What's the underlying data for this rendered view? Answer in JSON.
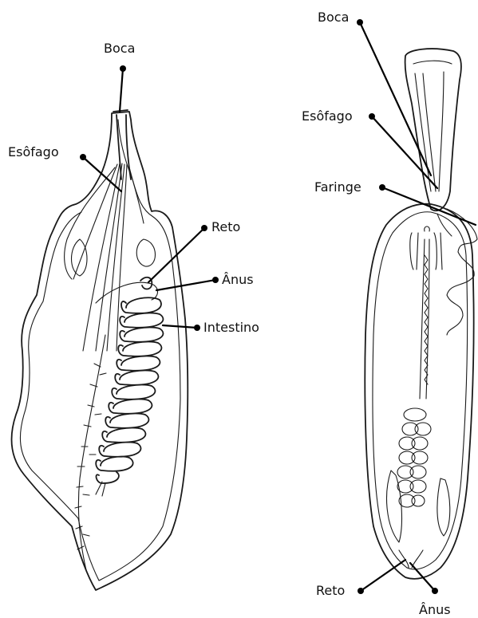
{
  "colors": {
    "ink": "#1a1a1a",
    "background": "#ffffff"
  },
  "left_specimen": {
    "labels": {
      "boca": "Boca",
      "esofago": "Esôfago",
      "reto": "Reto",
      "anus": "Ânus",
      "intestino": "Intestino"
    }
  },
  "right_specimen": {
    "labels": {
      "boca": "Boca",
      "esofago": "Esôfago",
      "faringe": "Faringe",
      "reto": "Reto",
      "anus": "Ânus"
    }
  }
}
